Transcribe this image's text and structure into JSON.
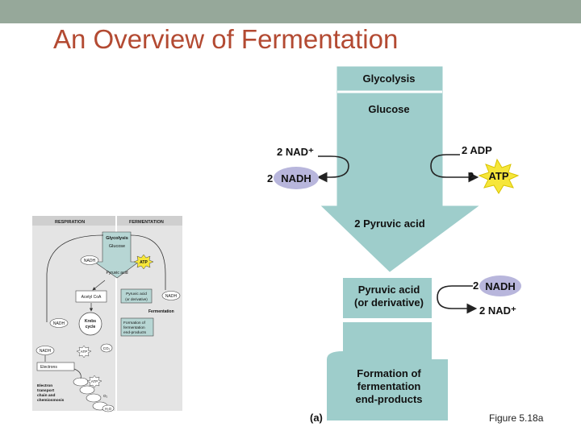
{
  "slide": {
    "title": "An Overview of Fermentation",
    "caption": "Figure 5.18a"
  },
  "main_diagram": {
    "glycolysis": "Glycolysis",
    "glucose": "Glucose",
    "nad_in": "2 NAD⁺",
    "nadh_count": "2",
    "nadh": "NADH",
    "adp": "2 ADP",
    "atp_count": "2",
    "atp": "ATP",
    "pyruvic_acid": "2 Pyruvic acid",
    "pyruvic_derivative_1": "Pyruvic acid",
    "pyruvic_derivative_2": "(or derivative)",
    "nadh_in_count": "2",
    "nadh_in": "NADH",
    "nad_out": "2 NAD⁺",
    "formation_1": "Formation of",
    "formation_2": "fermentation",
    "formation_3": "end-products",
    "panel_label": "(a)"
  },
  "thumbnail": {
    "header_left": "RESPIRATION",
    "header_right": "FERMENTATION",
    "glycolysis": "Glycolysis",
    "glucose": "Glucose",
    "nadh": "NADH",
    "atp": "ATP",
    "pyruvic_acid": "Pyruvic acid",
    "acetyl_coa": "Acetyl CoA",
    "pyruvic_derivative_1": "Pyruvic acid",
    "pyruvic_derivative_2": "(or derivative)",
    "fermentation": "Fermentation",
    "krebs_1": "Krebs",
    "krebs_2": "cycle",
    "formation_1": "Formation of",
    "formation_2": "fermentation",
    "formation_3": "end-products",
    "co2": "CO₂",
    "electrons": "Electrons",
    "etc_1": "Electron",
    "etc_2": "transport",
    "etc_3": "chain and",
    "etc_4": "chemiosmosis",
    "o2": "O₂",
    "h2o": "H₂O"
  },
  "colors": {
    "title": "#b34a32",
    "topbar": "#96a89a",
    "teal_fill": "#9ecdcb",
    "nadh_fill": "#b8b6dc",
    "atp_fill": "#f6e63a",
    "thumb_bg": "#e4e4e4"
  }
}
